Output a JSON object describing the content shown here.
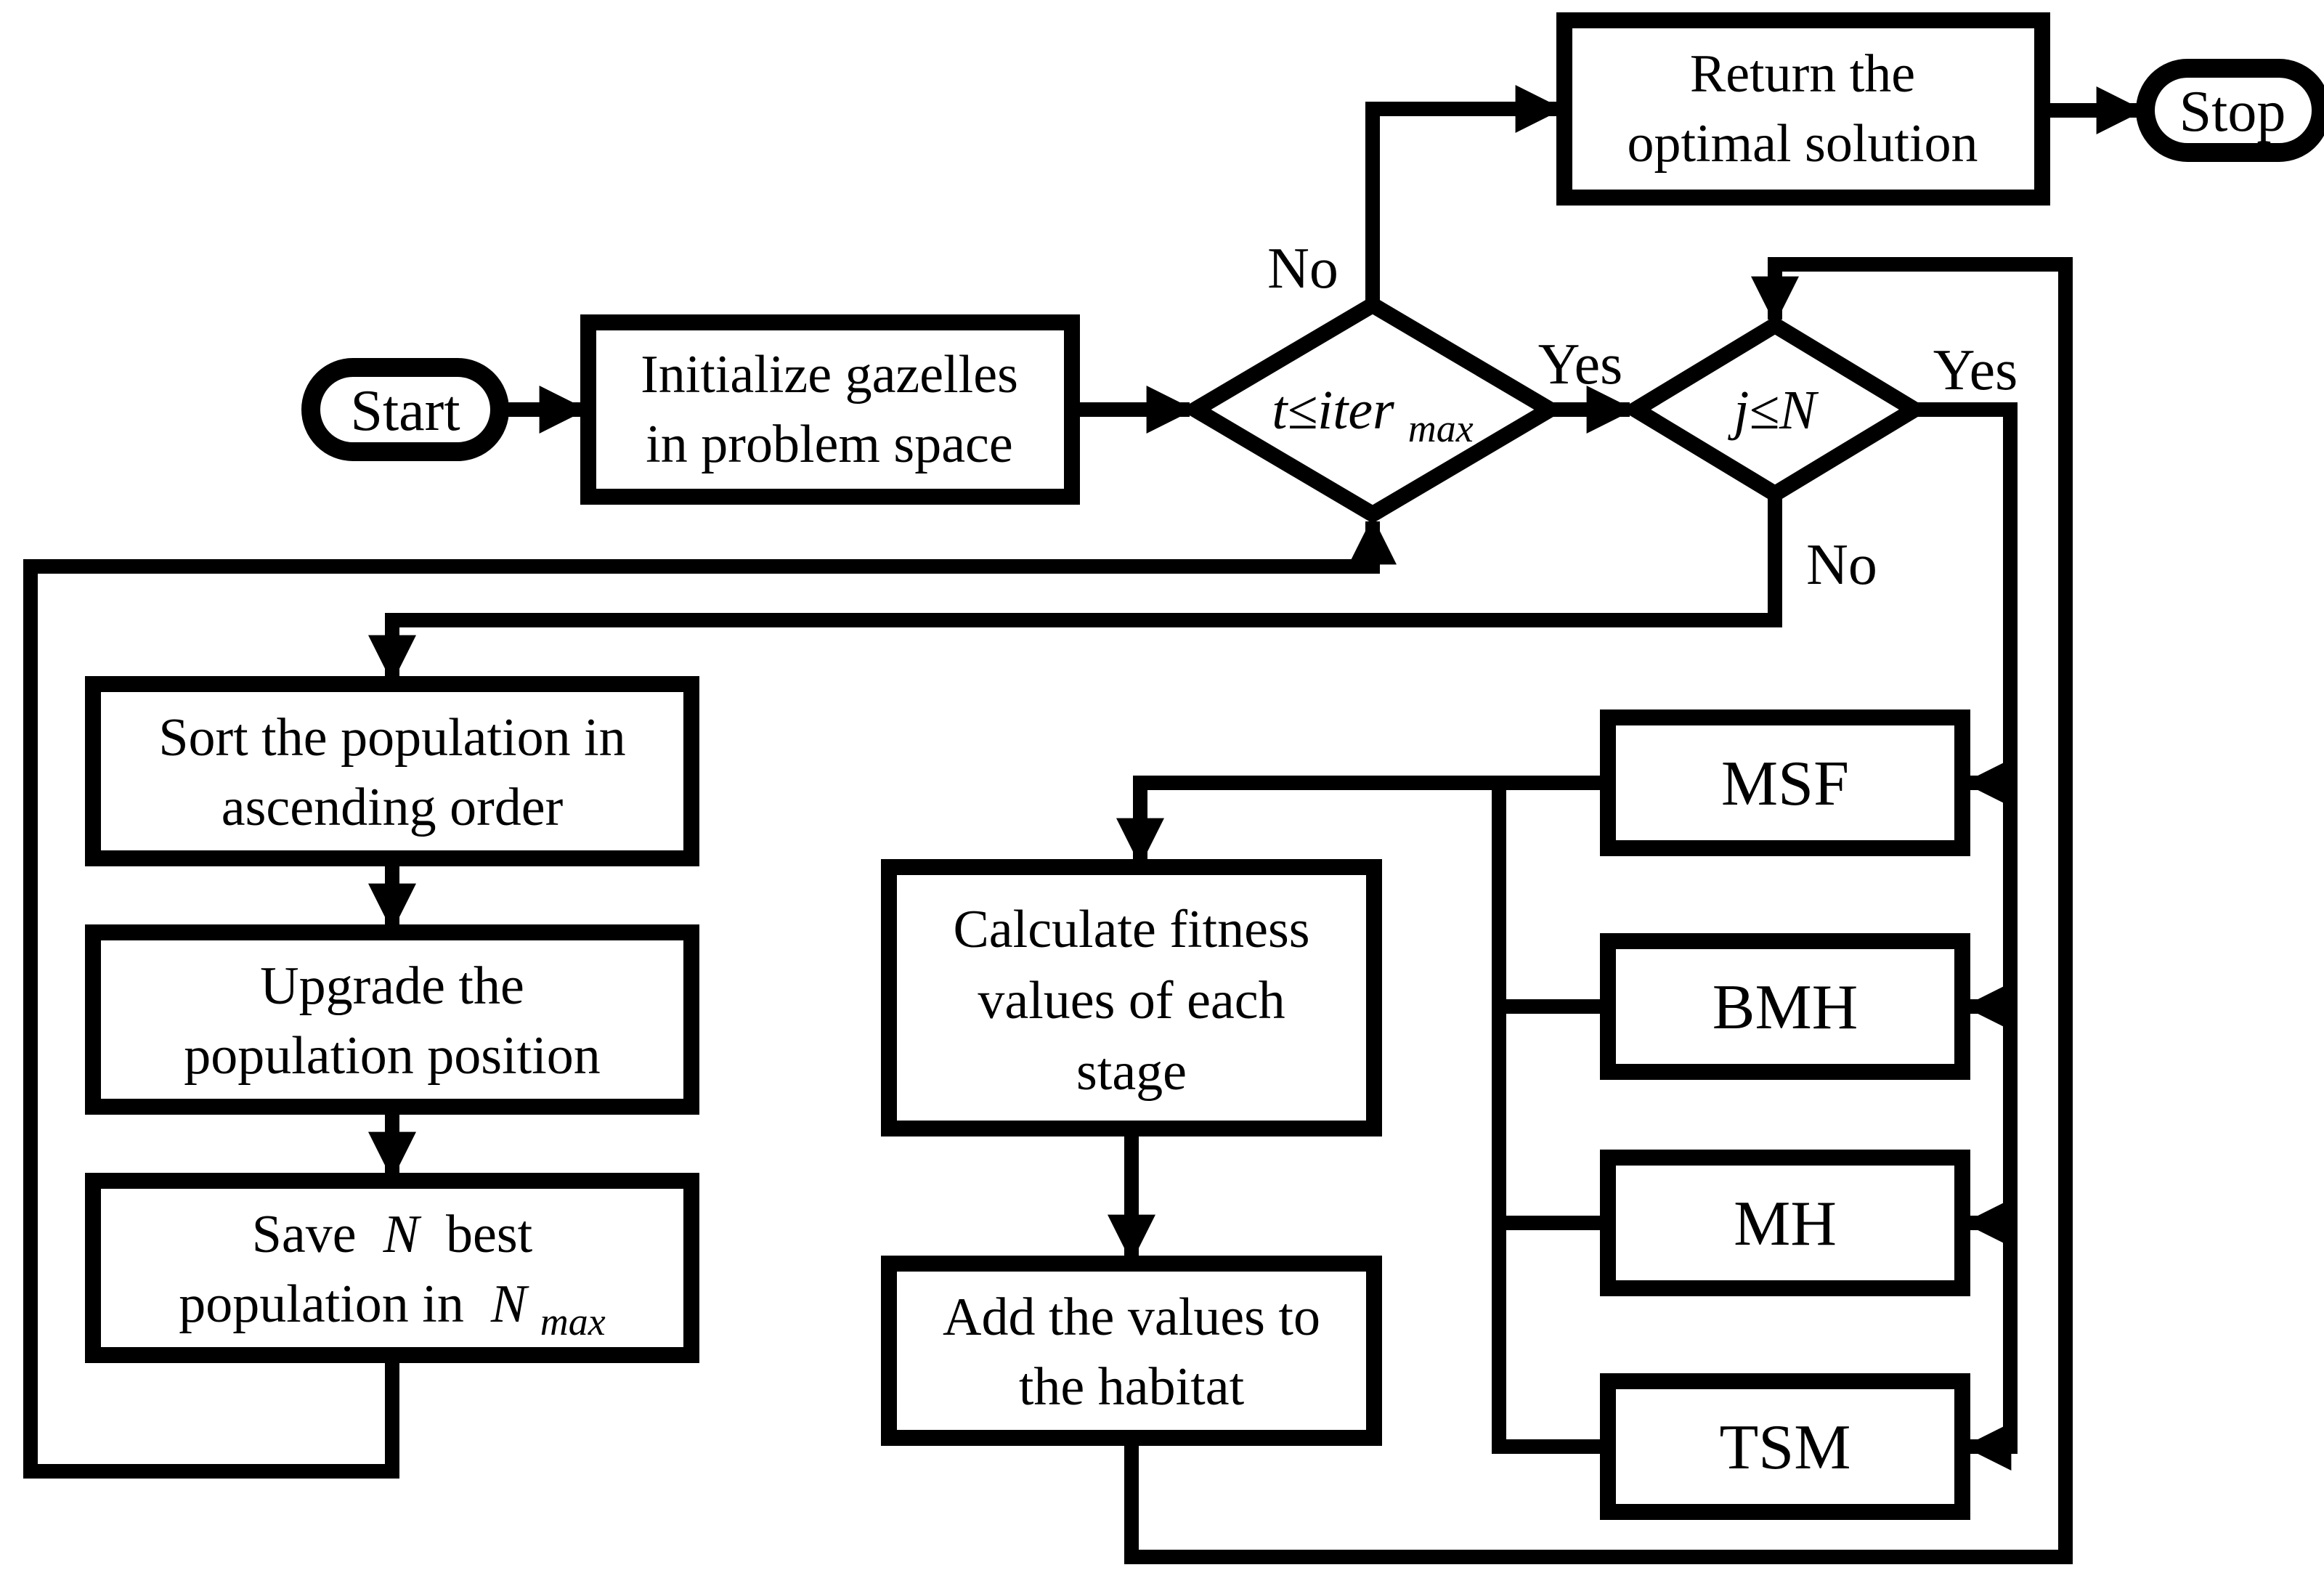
{
  "diagram": {
    "title": "Gazelle optimization algorithm flowchart",
    "colors": {
      "stroke": "#000000",
      "fill": "#ffffff"
    },
    "nodes": {
      "start": {
        "label": "Start"
      },
      "initialize": {
        "line1": "Initialize gazelles",
        "line2": "in problem space"
      },
      "iter_decision": {
        "expr": "t≤iter",
        "sub": "max"
      },
      "return_solution": {
        "line1": "Return the",
        "line2": "optimal solution"
      },
      "stop": {
        "label": "Stop"
      },
      "j_decision": {
        "expr": "j≤N"
      },
      "sort": {
        "line1": "Sort the population in",
        "line2": "ascending order"
      },
      "upgrade": {
        "line1": "Upgrade the",
        "line2": "population position"
      },
      "save": {
        "l1a": "Save ",
        "l1b": "N",
        "l1c": " best",
        "l2a": "population in ",
        "l2b": "N",
        "l2sub": "max"
      },
      "calculate": {
        "line1": "Calculate fitness",
        "line2": "values of each",
        "line3": "stage"
      },
      "add": {
        "line1": "Add the values to",
        "line2": "the habitat"
      },
      "msf": {
        "label": "MSF"
      },
      "bmh": {
        "label": "BMH"
      },
      "mh": {
        "label": "MH"
      },
      "tsm": {
        "label": "TSM"
      }
    },
    "labels": {
      "no_iter": "No",
      "yes_iter": "Yes",
      "yes_j": "Yes",
      "no_j": "No"
    }
  }
}
